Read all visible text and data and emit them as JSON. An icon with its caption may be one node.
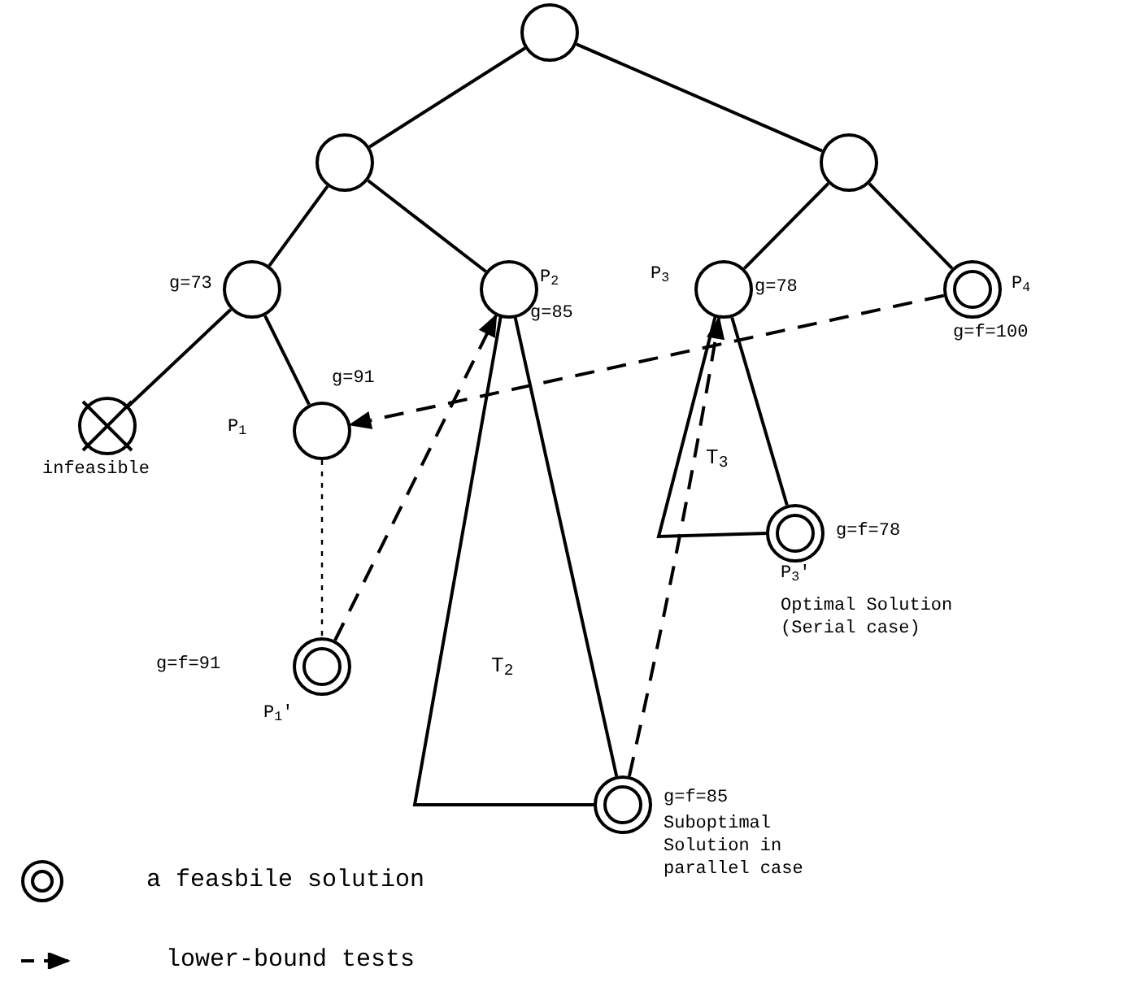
{
  "diagram": {
    "nodes": [
      {
        "text": [],
        "shape": "circle"
      },
      {
        "text": [],
        "shape": "circle"
      },
      {
        "text": [],
        "shape": "circle"
      },
      {
        "text": [],
        "shape": "circle",
        "beside": [
          "g=73"
        ]
      },
      {
        "text": [],
        "shape": "circle",
        "beside": [
          "P$_{2}$",
          "g=85"
        ]
      },
      {
        "text": [],
        "shape": "circle",
        "beside": [
          "P$_{3}$",
          "g=78"
        ]
      },
      {
        "text": [],
        "shape": "ring",
        "beside": [
          "P$_{4}$",
          "g=f=100"
        ]
      },
      {
        "text": [],
        "shape": "cross",
        "beside": [
          "infeasible"
        ]
      },
      {
        "text": [],
        "shape": "circle",
        "beside": [
          "P$_{1}$",
          "g=91"
        ]
      },
      {
        "text": [],
        "shape": "ring",
        "beside": [
          "g=f=91",
          "P$_{1}$'"
        ]
      },
      {
        "text": [],
        "shape": "ring",
        "beside": [
          "g=f=85",
          "Suboptimal Solution in parallel case"
        ]
      },
      {
        "text": [],
        "shape": "ring",
        "beside": [
          "g=f=78",
          "P$_{3}$'",
          "Optimal Solution (Serial case)"
        ]
      }
    ],
    "edges": [
      {
        "from": 0,
        "to": 1,
        "arrow": "none"
      },
      {
        "from": 0,
        "to": 2,
        "arrow": "none"
      },
      {
        "from": 1,
        "to": 3,
        "arrow": "none"
      },
      {
        "from": 1,
        "to": 4,
        "arrow": "none"
      },
      {
        "from": 2,
        "to": 5,
        "arrow": "none"
      },
      {
        "from": 2,
        "to": 6,
        "arrow": "none"
      },
      {
        "from": 3,
        "to": 7,
        "arrow": "none"
      },
      {
        "from": 3,
        "to": 8,
        "arrow": "none"
      },
      {
        "from": 8,
        "to": 9,
        "arrow": "none",
        "style": "dashed"
      },
      {
        "from": 4,
        "to": 10,
        "arrow": "none"
      },
      {
        "from": 5,
        "to": 11,
        "arrow": "none"
      },
      {
        "from": 9,
        "to": 4,
        "arrow": "to",
        "style": "dashed"
      },
      {
        "from": 6,
        "to": 8,
        "arrow": "to",
        "style": "dashed"
      },
      {
        "from": 10,
        "to": 5,
        "arrow": "to",
        "style": "dashed"
      }
    ],
    "labels": [
      "T$_{2}$",
      "T$_{3}$"
    ],
    "legend": [
      {
        "text": "a feasbile solution"
      },
      {
        "text": "lower-bound tests"
      }
    ]
  }
}
